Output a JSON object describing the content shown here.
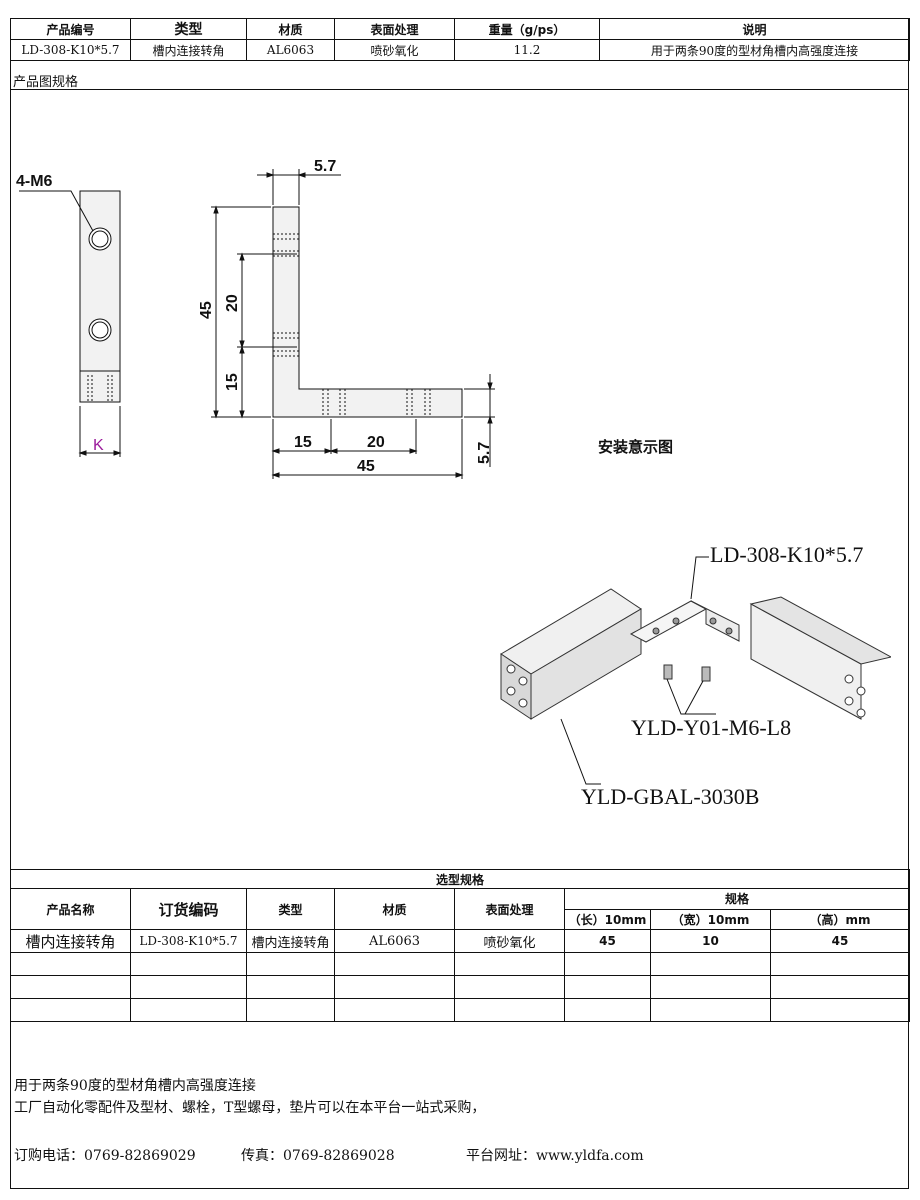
{
  "header": {
    "columns": [
      "产品编号",
      "类型",
      "材质",
      "表面处理",
      "重量（g/ps）",
      "说明"
    ],
    "row": [
      "LD-308-K10*5.7",
      "槽内连接转角",
      "AL6063",
      "喷砂氧化",
      "11.2",
      "用于两条90度的型材角槽内高强度连接"
    ]
  },
  "section_title": "产品图规格",
  "drawing": {
    "hole_label": "4-M6",
    "width_label": "K",
    "dims": {
      "thickness": "5.7",
      "height": "45",
      "upper_pitch": "20",
      "lower_offset": "15",
      "bottom_offset": "15",
      "bottom_pitch": "20",
      "length": "45",
      "side_thickness": "5.7"
    }
  },
  "install": {
    "title": "安装意示图",
    "part_connector": "LD-308-K10*5.7",
    "part_screw": "YLD-Y01-M6-L8",
    "part_profile": "YLD-GBAL-3030B"
  },
  "selection": {
    "title": "选型规格",
    "headers": {
      "name": "产品名称",
      "order_code": "订货编码",
      "type": "类型",
      "material": "材质",
      "surface": "表面处理",
      "spec": "规格",
      "len": "（长）10mm",
      "wid": "（宽）10mm",
      "hgt": "（高）mm"
    },
    "row": {
      "name": "槽内连接转角",
      "order_code": "LD-308-K10*5.7",
      "type": "槽内连接转角",
      "material": "AL6063",
      "surface": "喷砂氧化",
      "len": "45",
      "wid": "10",
      "hgt": "45"
    }
  },
  "footer": {
    "line1": "用于两条90度的型材角槽内高强度连接",
    "line2": "工厂自动化零配件及型材、螺栓，T型螺母，垫片可以在本平台一站式采购，",
    "order_phone": "订购电话：0769-82869029",
    "fax": "传真：0769-82869028",
    "website": "平台网址：www.yldfa.com"
  }
}
